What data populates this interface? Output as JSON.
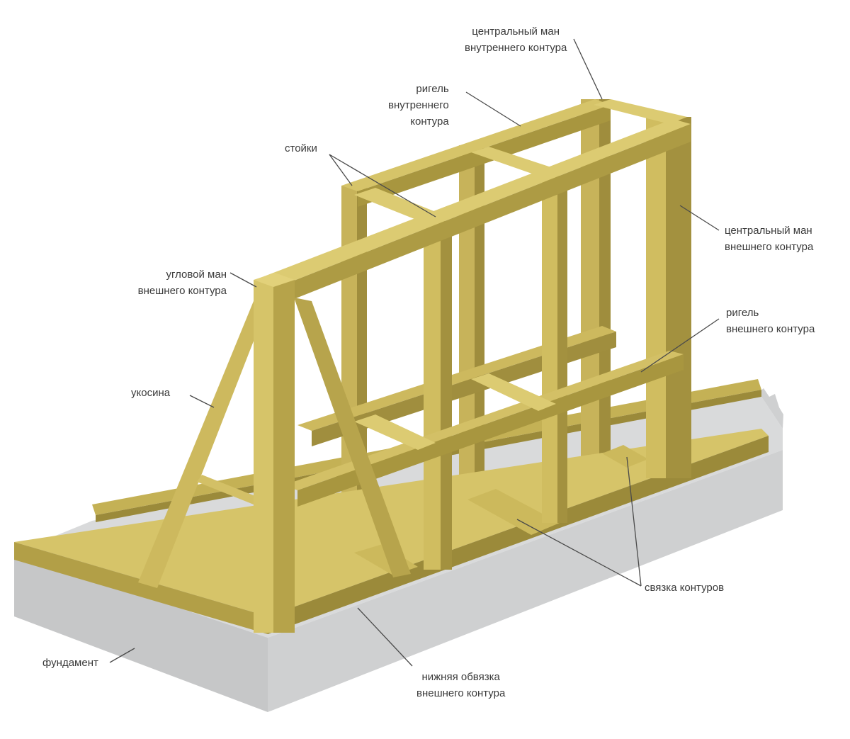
{
  "colors": {
    "wood_light": "#d4c165",
    "wood_mid": "#b9a548",
    "wood_dark": "#948233",
    "wood_edge": "#7f6f2b",
    "concrete_top": "#d9dadb",
    "concrete_side": "#c4c5c6",
    "leader": "#4a4a4a",
    "text": "#3a3a3a"
  },
  "labels": {
    "central_inner": [
      "центральный ман",
      "внутреннего контура"
    ],
    "rigel_inner": [
      "ригель",
      "внутреннего",
      "контура"
    ],
    "stoiki": [
      "стойки"
    ],
    "central_outer": [
      "центральный ман",
      "внешнего контура"
    ],
    "corner_outer": [
      "угловой ман",
      "внешнего контура"
    ],
    "rigel_outer": [
      "ригель",
      "внешнего контура"
    ],
    "ukosina": [
      "укосина"
    ],
    "svyazka": [
      "связка контуров"
    ],
    "fundament": [
      "фундамент"
    ],
    "bottom_plate": [
      "нижняя обвязка",
      "внешнего контура"
    ]
  }
}
